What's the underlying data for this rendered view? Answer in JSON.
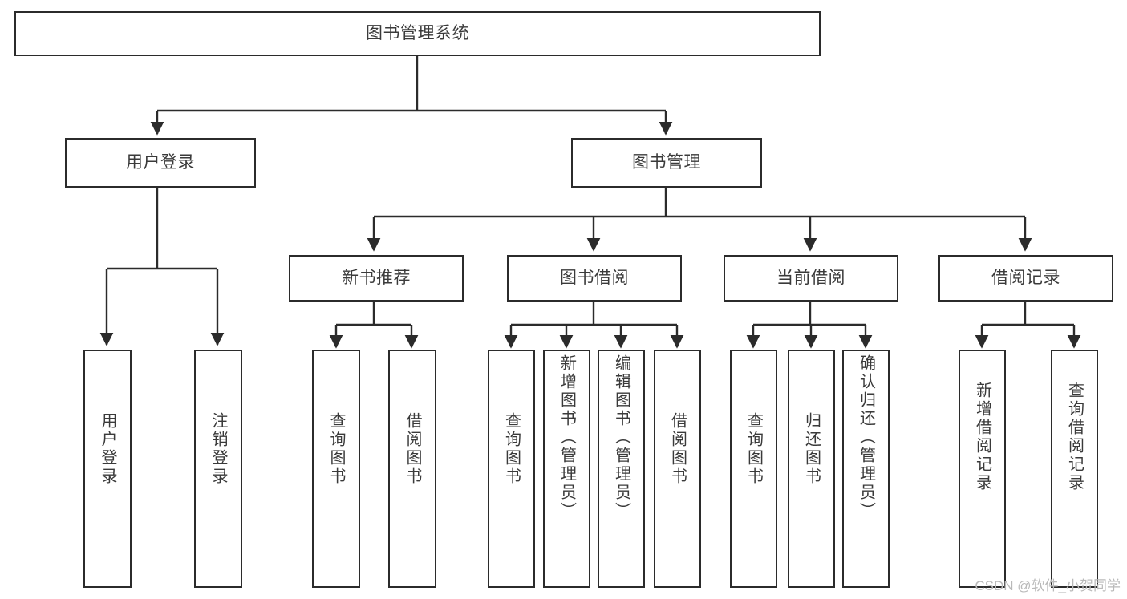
{
  "diagram": {
    "type": "hierarchy-tree",
    "title": "图书管理系统",
    "watermark": "CSDN @软件_小贺同学",
    "colors": {
      "stroke": "#2b2b2b",
      "text": "#3a3a3a",
      "background": "#ffffff",
      "watermark": "#b9b9b9"
    },
    "levels": [
      {
        "level": 1,
        "nodes": [
          {
            "id": "root",
            "label": "图书管理系统",
            "orientation": "horizontal"
          }
        ]
      },
      {
        "level": 2,
        "nodes": [
          {
            "id": "user-login",
            "label": "用户登录",
            "orientation": "horizontal",
            "parent": "root"
          },
          {
            "id": "book-manage",
            "label": "图书管理",
            "orientation": "horizontal",
            "parent": "root"
          }
        ]
      },
      {
        "level": 3,
        "nodes": [
          {
            "id": "new-book-rec",
            "label": "新书推荐",
            "orientation": "horizontal",
            "parent": "book-manage"
          },
          {
            "id": "book-borrow",
            "label": "图书借阅",
            "orientation": "horizontal",
            "parent": "book-manage"
          },
          {
            "id": "current-borrow",
            "label": "当前借阅",
            "orientation": "horizontal",
            "parent": "book-manage"
          },
          {
            "id": "borrow-record",
            "label": "借阅记录",
            "orientation": "horizontal",
            "parent": "book-manage"
          }
        ]
      },
      {
        "level": 4,
        "nodes": [
          {
            "id": "leaf-1",
            "label": "用户登录",
            "orientation": "vertical",
            "parent": "user-login"
          },
          {
            "id": "leaf-2",
            "label": "注销登录",
            "orientation": "vertical",
            "parent": "user-login"
          },
          {
            "id": "leaf-3",
            "label": "查询图书",
            "orientation": "vertical",
            "parent": "new-book-rec"
          },
          {
            "id": "leaf-4",
            "label": "借阅图书",
            "orientation": "vertical",
            "parent": "new-book-rec"
          },
          {
            "id": "leaf-5",
            "label": "查询图书",
            "orientation": "vertical",
            "parent": "book-borrow"
          },
          {
            "id": "leaf-6",
            "label": "新增图书（管理员）",
            "orientation": "vertical",
            "parent": "book-borrow"
          },
          {
            "id": "leaf-7",
            "label": "编辑图书（管理员）",
            "orientation": "vertical",
            "parent": "book-borrow"
          },
          {
            "id": "leaf-8",
            "label": "借阅图书",
            "orientation": "vertical",
            "parent": "book-borrow"
          },
          {
            "id": "leaf-9",
            "label": "查询图书",
            "orientation": "vertical",
            "parent": "current-borrow"
          },
          {
            "id": "leaf-10",
            "label": "归还图书",
            "orientation": "vertical",
            "parent": "current-borrow"
          },
          {
            "id": "leaf-11",
            "label": "确认归还（管理员）",
            "orientation": "vertical",
            "parent": "current-borrow"
          },
          {
            "id": "leaf-12",
            "label": "新增借阅记录",
            "orientation": "vertical",
            "parent": "borrow-record"
          },
          {
            "id": "leaf-13",
            "label": "查询借阅记录",
            "orientation": "vertical",
            "parent": "borrow-record"
          }
        ]
      }
    ]
  }
}
